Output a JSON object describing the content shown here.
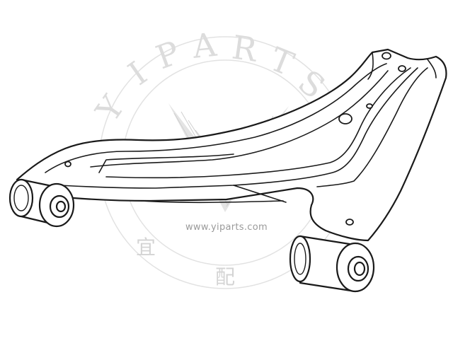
{
  "diagram": {
    "subject": "suspension control arm line drawing",
    "line_color": "#1a1a1a"
  },
  "watermark": {
    "brand": "YIPARTS",
    "url": "www.yiparts.com",
    "cjk_left": "宜",
    "cjk_center": "配",
    "color": "#d9d9d9",
    "logo": "V-mark"
  }
}
